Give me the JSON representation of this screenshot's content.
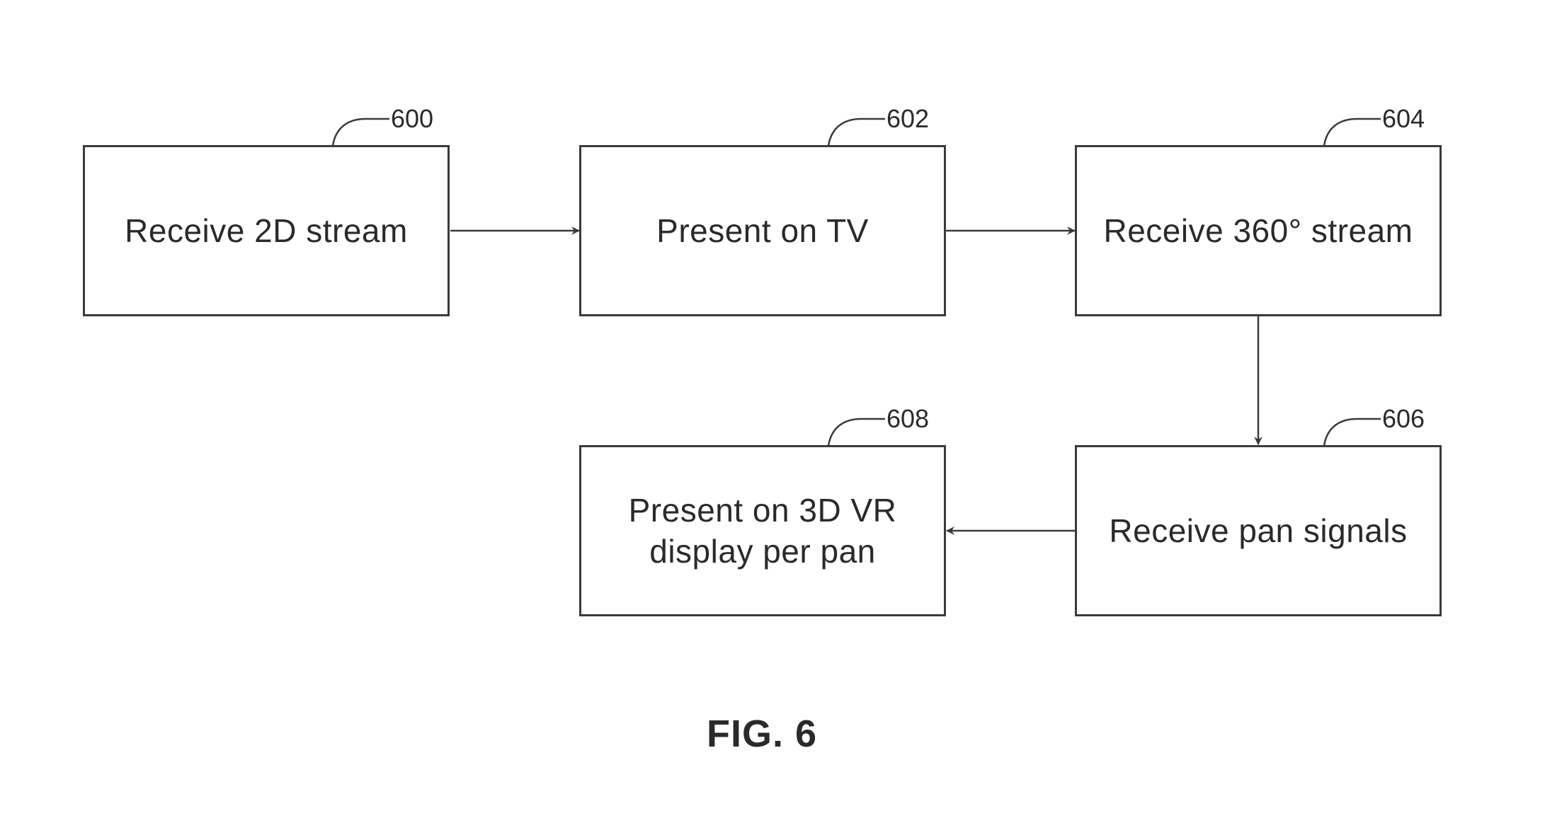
{
  "figure": {
    "caption": "FIG. 6"
  },
  "steps": [
    {
      "ref": "600",
      "label": "Receive 2D stream"
    },
    {
      "ref": "602",
      "label": "Present on TV"
    },
    {
      "ref": "604",
      "label": "Receive 360° stream"
    },
    {
      "ref": "606",
      "label": "Receive pan signals"
    },
    {
      "ref": "608",
      "label": "Present on 3D VR display per pan"
    }
  ],
  "connections": [
    {
      "from": "600",
      "to": "602"
    },
    {
      "from": "602",
      "to": "604"
    },
    {
      "from": "604",
      "to": "606"
    },
    {
      "from": "606",
      "to": "608"
    }
  ],
  "colors": {
    "line": "#3a3a3a",
    "text": "#2a2a2a",
    "background": "#ffffff"
  }
}
